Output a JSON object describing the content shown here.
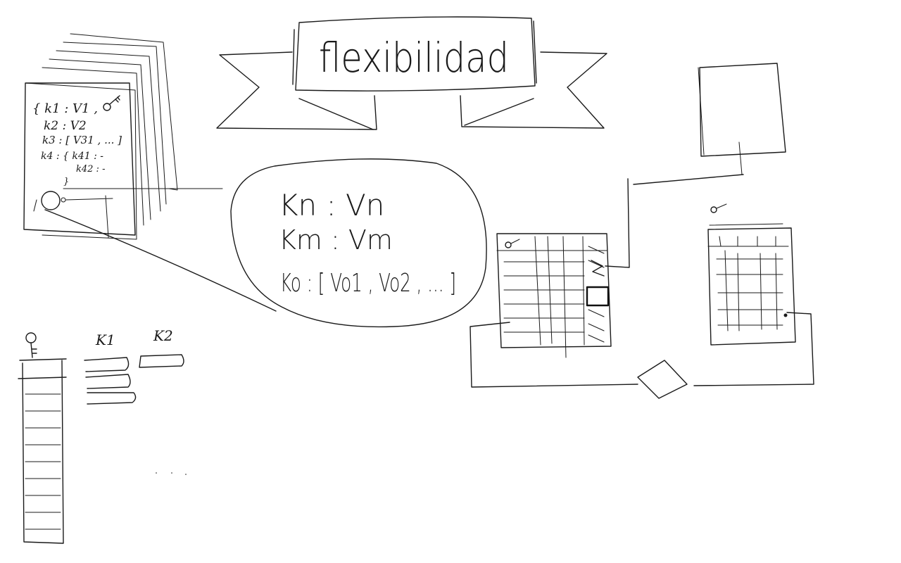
{
  "banner": {
    "title": "flexibilidad"
  },
  "document_stack": {
    "lines": [
      "{ k1 : V1 ,",
      "k2 : V2",
      "k3 : [ V31 , ... ]",
      "k4 : { k41 : -",
      "k42 : -",
      "}"
    ]
  },
  "bubble": {
    "lines": [
      "Kn : Vn",
      "Km : Vm",
      "Ko : [ Vo1 , Vo2 , ... ]"
    ]
  },
  "key_column": {
    "labels": [
      "K1",
      "K2"
    ]
  },
  "colors": {
    "ink": "#1a1a1a",
    "paper": "#ffffff"
  },
  "icons": [
    "key-icon",
    "key-icon",
    "key-icon",
    "key-icon",
    "key-icon"
  ]
}
